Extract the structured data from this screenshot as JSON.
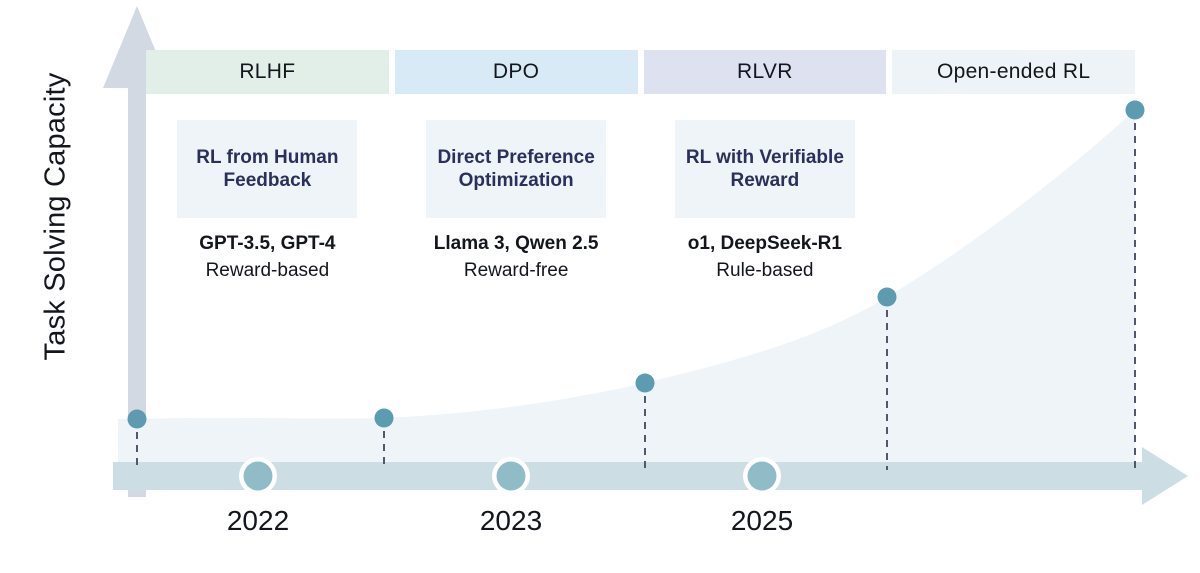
{
  "chart_data": {
    "type": "area",
    "title": "",
    "xlabel": "",
    "ylabel": "Task Solving Capacity",
    "grid": false,
    "legend": "none",
    "x_tick_labels": [
      "2022",
      "2023",
      "2025"
    ],
    "x": [
      0.0,
      0.25,
      0.515,
      0.757,
      1.0
    ],
    "values": [
      0.05,
      0.06,
      0.16,
      0.4,
      0.91
    ],
    "series": [
      {
        "name": "Task Solving Capacity",
        "points": [
          {
            "x": 0.0,
            "y": 0.05,
            "era": "RLHF"
          },
          {
            "x": 0.25,
            "y": 0.06,
            "era": "RLHF/DPO"
          },
          {
            "x": 0.515,
            "y": 0.16,
            "era": "DPO/RLVR"
          },
          {
            "x": 0.757,
            "y": 0.4,
            "era": "RLVR"
          },
          {
            "x": 1.0,
            "y": 0.91,
            "era": "Open-ended RL"
          }
        ]
      }
    ],
    "ylim": [
      0,
      1
    ],
    "marker_color": "#5d9cb0",
    "area_fill": "#eef4f8",
    "dropline_color": "#55566b"
  },
  "axes": {
    "y_title": "Task Solving Capacity",
    "y_arrow_color": "#d3d9e3",
    "x_arrow_color": "#ccdee4"
  },
  "eras": [
    {
      "id": "rlhf",
      "label": "RLHF",
      "color": "#e2efe9",
      "method_name": "RL from Human Feedback",
      "models": "GPT-3.5, GPT-4",
      "reward_type": "Reward-based"
    },
    {
      "id": "dpo",
      "label": "DPO",
      "color": "#d8eaf5",
      "method_name": "Direct Preference Optimization",
      "models": "Llama 3, Qwen 2.5",
      "reward_type": "Reward-free"
    },
    {
      "id": "rlvr",
      "label": "RLVR",
      "color": "#dee1f0",
      "method_name": "RL with Verifiable Reward",
      "models": "o1, DeepSeek-R1",
      "reward_type": "Rule-based"
    },
    {
      "id": "open-ended-rl",
      "label": "Open-ended RL",
      "color": "#edf3f7",
      "method_name": "",
      "models": "",
      "reward_type": ""
    }
  ],
  "timeline": {
    "markers": [
      {
        "year": "2022",
        "x": 258
      },
      {
        "year": "2023",
        "x": 511
      },
      {
        "year": "2025",
        "x": 762
      }
    ],
    "marker_fill": "#8fbcc7",
    "marker_ring": "#ffffff"
  },
  "colors": {
    "accent_teal": "#5d9cb0",
    "navy_text": "#2b2f5c",
    "body_text": "#13161c",
    "card_bg": "#eef4f8",
    "axis_gray": "#d3d9e3"
  }
}
